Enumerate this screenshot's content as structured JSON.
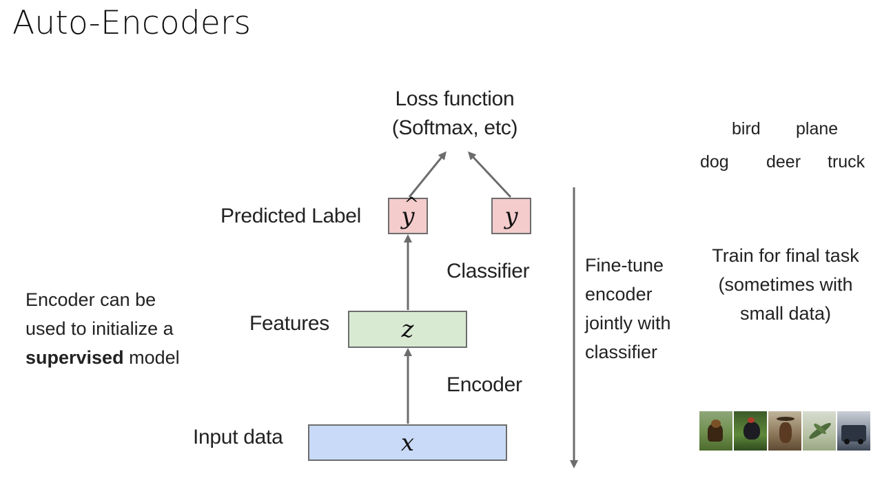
{
  "slide": {
    "title": "Auto-Encoders"
  },
  "diagram": {
    "loss_line1": "Loss function",
    "loss_line2": "(Softmax, etc)",
    "predicted_label": "Predicted Label",
    "features": "Features",
    "input_data": "Input data",
    "classifier": "Classifier",
    "encoder": "Encoder",
    "yhat_symbol": "y",
    "yhat_hat": "^",
    "y_symbol": "y",
    "z_symbol": "z",
    "x_symbol": "x",
    "colors": {
      "prediction_box": "#f4cccc",
      "feature_box": "#d9ead3",
      "input_box": "#c9daf8",
      "arrow": "#6c6c6c"
    }
  },
  "left_note": {
    "line1": "Encoder can be",
    "line2": "used to initialize a",
    "line3_bold": "supervised",
    "line3_rest": " model"
  },
  "finetune_note": {
    "line1": "Fine-tune",
    "line2": "encoder",
    "line3": "jointly with",
    "line4": "classifier"
  },
  "classes": [
    "bird",
    "plane",
    "dog",
    "deer",
    "truck"
  ],
  "train_note": {
    "line1": "Train for final task",
    "line2": "(sometimes with",
    "line3": "small data)"
  },
  "thumbnails": [
    "dog-photo",
    "bird-photo",
    "deer-photo",
    "plane-photo",
    "truck-photo"
  ]
}
